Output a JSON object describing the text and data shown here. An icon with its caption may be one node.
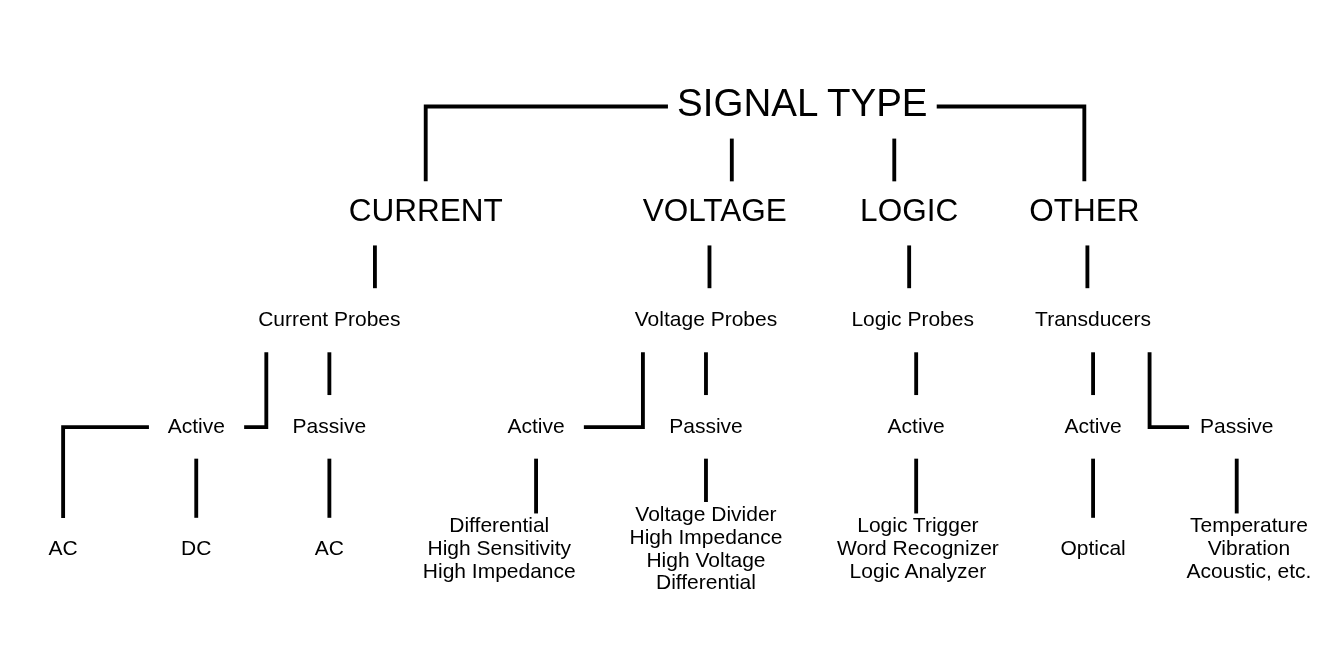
{
  "diagram": {
    "nodes": [
      {
        "text": [
          "SIGNAL TYPE"
        ]
      },
      {
        "text": [
          "CURRENT"
        ]
      },
      {
        "text": [
          "VOLTAGE"
        ]
      },
      {
        "text": [
          "LOGIC"
        ]
      },
      {
        "text": [
          "OTHER"
        ]
      },
      {
        "text": [
          "Current Probes"
        ]
      },
      {
        "text": [
          "Voltage Probes"
        ]
      },
      {
        "text": [
          "Logic Probes"
        ]
      },
      {
        "text": [
          "Transducers"
        ]
      },
      {
        "text": [
          "Active"
        ]
      },
      {
        "text": [
          "Passive"
        ]
      },
      {
        "text": [
          "AC"
        ]
      },
      {
        "text": [
          "DC"
        ]
      },
      {
        "text": [
          "AC"
        ]
      },
      {
        "text": [
          "Active"
        ]
      },
      {
        "text": [
          "Passive"
        ]
      },
      {
        "text": [
          "Active"
        ]
      },
      {
        "text": [
          "Active"
        ]
      },
      {
        "text": [
          "Passive"
        ]
      },
      {
        "text": [
          "Differential",
          "High Sensitivity",
          "High Impedance"
        ]
      },
      {
        "text": [
          "Voltage Divider",
          "High Impedance",
          "High Voltage",
          "Differential"
        ]
      },
      {
        "text": [
          "Logic Trigger",
          "Word Recognizer",
          "Logic Analyzer"
        ]
      },
      {
        "text": [
          "Optical"
        ]
      },
      {
        "text": [
          "Temperature",
          "Vibration",
          "Acoustic, etc."
        ]
      }
    ],
    "edges": [
      {
        "from": 0,
        "to": 1,
        "arrow": "none"
      },
      {
        "from": 0,
        "to": 2,
        "arrow": "none"
      },
      {
        "from": 0,
        "to": 3,
        "arrow": "none"
      },
      {
        "from": 0,
        "to": 4,
        "arrow": "none"
      },
      {
        "from": 1,
        "to": 5,
        "arrow": "none"
      },
      {
        "from": 2,
        "to": 6,
        "arrow": "none"
      },
      {
        "from": 3,
        "to": 7,
        "arrow": "none"
      },
      {
        "from": 4,
        "to": 8,
        "arrow": "none"
      },
      {
        "from": 5,
        "to": 9,
        "arrow": "none"
      },
      {
        "from": 5,
        "to": 10,
        "arrow": "none"
      },
      {
        "from": 9,
        "to": 11,
        "arrow": "none"
      },
      {
        "from": 9,
        "to": 12,
        "arrow": "none"
      },
      {
        "from": 10,
        "to": 13,
        "arrow": "none"
      },
      {
        "from": 6,
        "to": 14,
        "arrow": "none"
      },
      {
        "from": 6,
        "to": 15,
        "arrow": "none"
      },
      {
        "from": 7,
        "to": 16,
        "arrow": "none"
      },
      {
        "from": 8,
        "to": 17,
        "arrow": "none"
      },
      {
        "from": 8,
        "to": 18,
        "arrow": "none"
      },
      {
        "from": 14,
        "to": 19,
        "arrow": "none"
      },
      {
        "from": 15,
        "to": 20,
        "arrow": "none"
      },
      {
        "from": 16,
        "to": 21,
        "arrow": "none"
      },
      {
        "from": 17,
        "to": 22,
        "arrow": "none"
      },
      {
        "from": 18,
        "to": 23,
        "arrow": "none"
      }
    ]
  }
}
